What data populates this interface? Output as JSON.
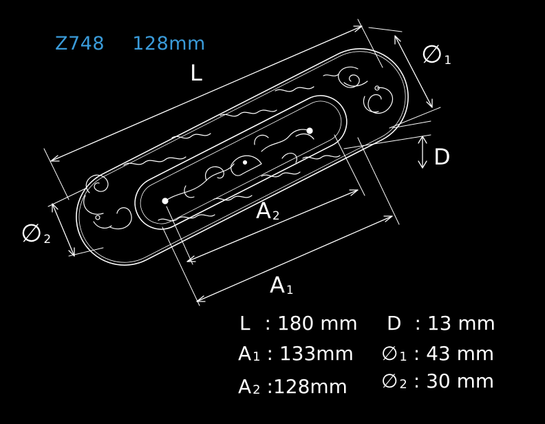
{
  "title": {
    "model": "Z748",
    "size": "128mm",
    "color": "#3a9bd9"
  },
  "diagram_labels": {
    "L": "L",
    "A1_main": "A",
    "A1_sub": "1",
    "A2_main": "A",
    "A2_sub": "2",
    "D": "D",
    "phi1_symbol": "∅",
    "phi1_sub": "1",
    "phi2_symbol": "∅",
    "phi2_sub": "2"
  },
  "specs": {
    "L": {
      "key": "L",
      "sub": "",
      "value": ": 180 mm"
    },
    "A1": {
      "key": "A",
      "sub": "1",
      "value": ": 133mm"
    },
    "A2": {
      "key": "A",
      "sub": "2",
      "value": " :128mm"
    },
    "D": {
      "key": "D",
      "sub": "",
      "value": ": 13 mm"
    },
    "phi1": {
      "key": "∅",
      "sub": "1",
      "value": ": 43 mm"
    },
    "phi2": {
      "key": "∅",
      "sub": "2",
      "value": ": 30 mm"
    }
  },
  "colors": {
    "background": "#000000",
    "line": "#ffffff",
    "accent": "#3a9bd9"
  }
}
